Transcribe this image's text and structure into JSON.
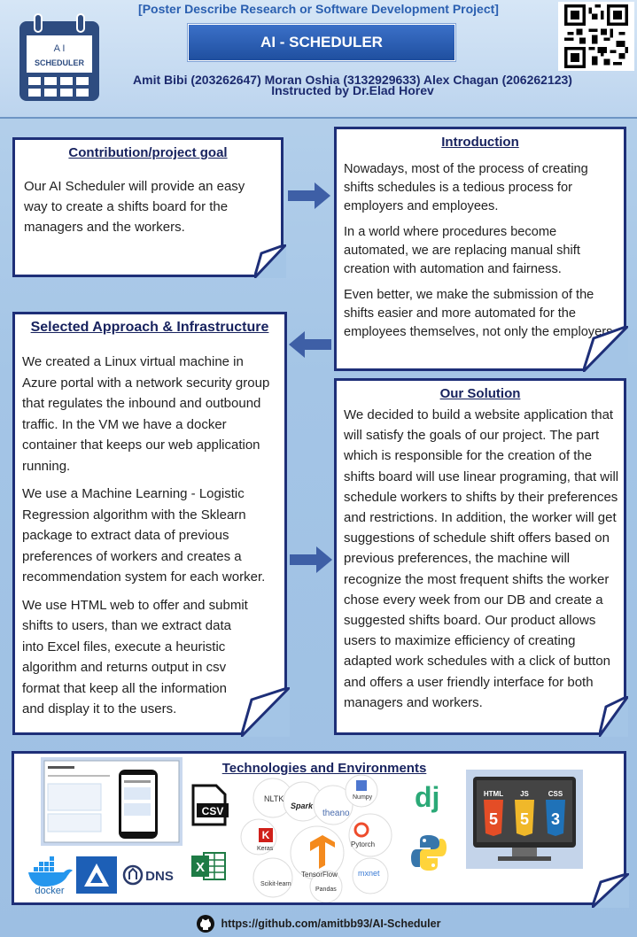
{
  "header": {
    "top_text": "[Poster Describe Research or Software Development Project]",
    "title": "AI - SCHEDULER",
    "authors": "Amit Bibi (203262647) Moran Oshia (3132929633) Alex Chagan (206262123)",
    "instructor": "Instructed by Dr.Elad Horev",
    "logo_line1": "A I",
    "logo_line2": "SCHEDULER"
  },
  "goal": {
    "title": "Contribution/project goal",
    "text": "Our AI Scheduler will provide an easy way to create a shifts board for the managers and the workers."
  },
  "intro": {
    "title": "Introduction",
    "p1": "Nowadays, most of the process of creating shifts schedules is a tedious process for employers and employees.",
    "p2": "In a world where procedures become automated, we are replacing manual shift creation with automation and fairness.",
    "p3": "Even better, we make the submission of the shifts easier and more automated for the employees themselves, not only the employers."
  },
  "approach": {
    "title": "Selected Approach & Infrastructure",
    "p1": "We created a Linux virtual machine in Azure portal with a network security group that regulates the inbound and outbound traffic. In the VM we have a docker container that keeps our web application running.",
    "p2": "We use a Machine Learning - Logistic Regression algorithm with the Sklearn package to extract data of previous preferences of workers and creates a recommendation system for each worker.",
    "p3": "We use HTML web to offer and submit shifts to users, than we extract data into Excel files, execute a heuristic algorithm and returns output in csv format that keep all the information and display it to the users."
  },
  "solution": {
    "title": "Our Solution",
    "text": "We decided to build a website application that will satisfy the goals of our project. The part which is responsible for the creation of the shifts board  will use linear programing, that will schedule workers to shifts by their preferences and restrictions. In addition, the worker will get suggestions of schedule shift offers based on previous preferences, the machine will recognize the most frequent shifts the worker chose every week from our DB and create a suggested shifts board. Our product allows users to maximize efficiency of creating adapted work schedules with a click of button and offers a user friendly interface for both managers and workers."
  },
  "tech": {
    "title": "Technologies and Environments",
    "csv": "CSV",
    "docker": "docker",
    "dns": "DNS",
    "dj": "dj",
    "ml_labels": [
      "NLTK",
      "Spark",
      "theano",
      "Numpy",
      "Keras",
      "Pytorch",
      "TensorFlow",
      "mxnet",
      "Scikit-learn",
      "Pandas"
    ],
    "web_labels": [
      "HTML",
      "JS",
      "CSS"
    ]
  },
  "footer": {
    "url": "https://github.com/amitbb93/AI-Scheduler"
  }
}
